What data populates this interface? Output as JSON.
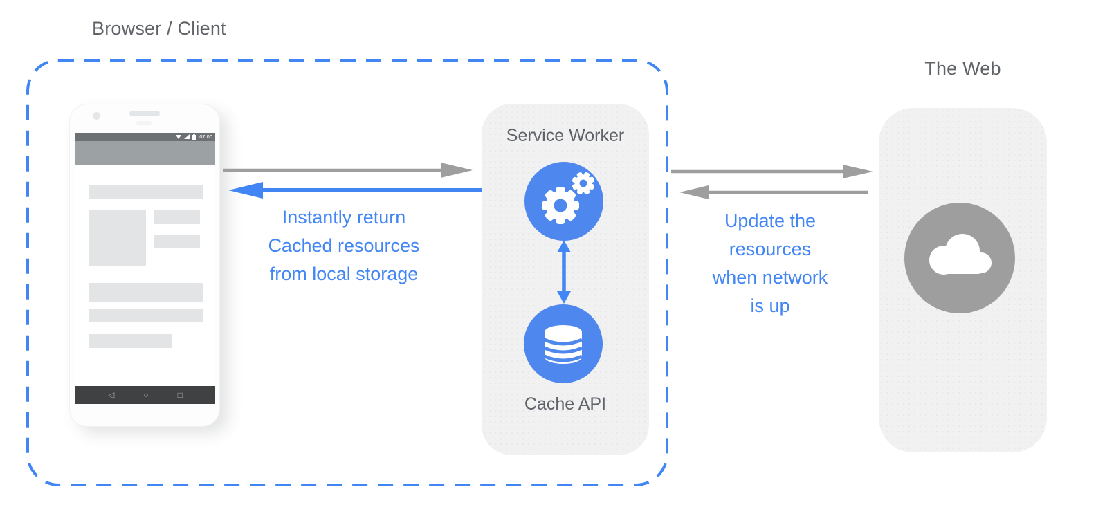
{
  "labels": {
    "browser_client": "Browser / Client",
    "the_web": "The Web",
    "service_worker": "Service Worker",
    "cache_api": "Cache API"
  },
  "annotations": {
    "cache_return": [
      "Instantly return",
      "Cached resources",
      "from local storage"
    ],
    "network_update": [
      "Update the",
      "resources",
      "when network",
      "is up"
    ]
  },
  "phone": {
    "status_time": "07:00",
    "nav_icons": {
      "back": "◁",
      "home": "○",
      "recents": "□"
    }
  },
  "colors": {
    "accent_blue": "#4285f4",
    "circle_blue": "#4e87ee",
    "arrow_gray": "#9e9e9e",
    "label_gray": "#5f6368",
    "box_gray": "#f1f1f2",
    "cloud_gray": "#9e9e9e"
  }
}
